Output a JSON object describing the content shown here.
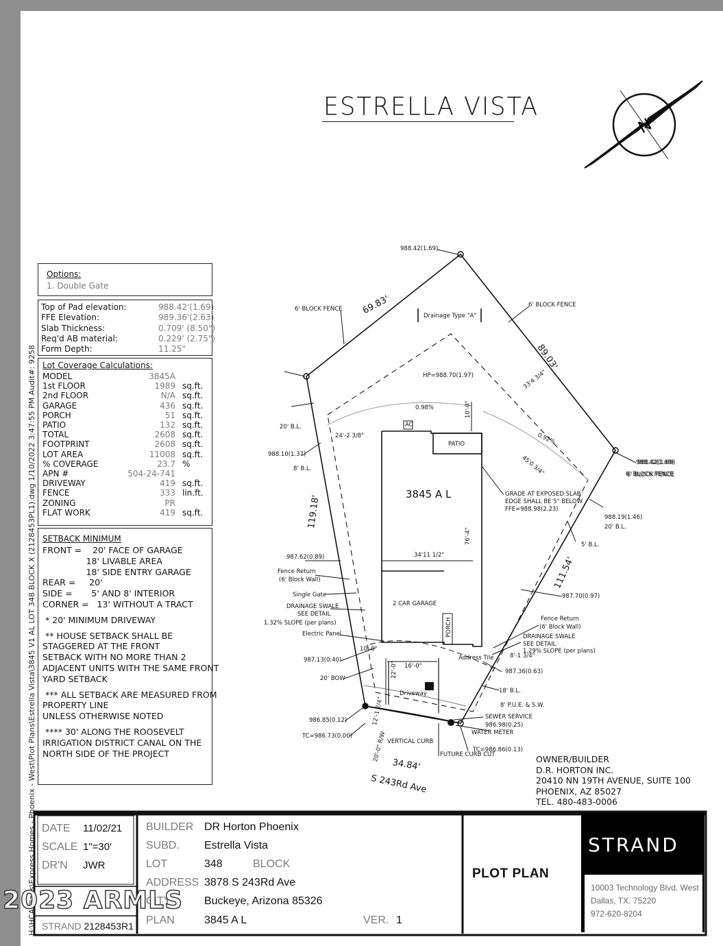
{
  "title": "ESTRELLA VISTA",
  "sidebar": {
    "path": "H:\\HCA Plans\\Express Homes - Phoenix - West\\Plot Plans\\Estrella Vista\\3845 V1 AL LOT 348 BLOCK X (2128453PL1).dwg 1/10/2022 3:47:55 PM Audit#: 9258"
  },
  "options": {
    "heading": "Options:",
    "items": [
      "1. Double Gate"
    ]
  },
  "pad": [
    {
      "label": "Top of Pad elevation:",
      "value": "988.42'(1.69)"
    },
    {
      "label": "FFE Elevation:",
      "value": "989.36'(2.63)"
    },
    {
      "label": "Slab Thickness:",
      "value": "0.709' (8.50\")"
    },
    {
      "label": "Req'd AB material:",
      "value": "0.229' (2.75\")"
    },
    {
      "label": "Form Depth:",
      "value": "11.25\""
    }
  ],
  "lot_coverage": {
    "heading": "Lot Coverage Calculations:",
    "rows": [
      {
        "label": "MODEL",
        "value": "3845A",
        "unit": ""
      },
      {
        "label": "1st FLOOR",
        "value": "1989",
        "unit": "sq.ft."
      },
      {
        "label": "2nd FLOOR",
        "value": "N/A",
        "unit": "sq.ft."
      },
      {
        "label": "GARAGE",
        "value": "436",
        "unit": "sq.ft."
      },
      {
        "label": "PORCH",
        "value": "51",
        "unit": "sq.ft."
      },
      {
        "label": "PATIO",
        "value": "132",
        "unit": "sq.ft."
      },
      {
        "label": "TOTAL",
        "value": "2608",
        "unit": "sq.ft."
      },
      {
        "label": "FOOTPRINT",
        "value": "2608",
        "unit": "sq.ft."
      },
      {
        "label": "LOT AREA",
        "value": "11008",
        "unit": "sq.ft."
      },
      {
        "label": "% COVERAGE",
        "value": "23.7",
        "unit": "%"
      },
      {
        "label": "APN #",
        "value": "504-24-741",
        "unit": ""
      },
      {
        "label": "DRIVEWAY",
        "value": "419",
        "unit": "sq.ft."
      },
      {
        "label": "FENCE",
        "value": "333",
        "unit": "lin.ft."
      },
      {
        "label": "ZONING",
        "value": "PR",
        "unit": ""
      },
      {
        "label": "FLAT WORK",
        "value": "419",
        "unit": "sq.ft."
      }
    ]
  },
  "setback": {
    "heading": "SETBACK MINIMUM",
    "lines": [
      "FRONT =    20' FACE OF GARAGE",
      "                18' LIVABLE AREA",
      "                18' SIDE ENTRY GARAGE",
      "REAR =     20'",
      "SIDE =       5' AND 8' INTERIOR",
      "CORNER =   13' WITHOUT A TRACT",
      "",
      " * 20' MINIMUM DRIVEWAY",
      "",
      " ** HOUSE SETBACK SHALL BE",
      "STAGGERED AT THE FRONT",
      "SETBACK WITH NO MORE THAN 2",
      "ADJACENT UNITS WITH THE SAME FRONT",
      "YARD SETBACK",
      "",
      " *** ALL SETBACK ARE MEASURED FROM",
      "PROPERTY LINE",
      "UNLESS OTHERWISE NOTED",
      "",
      " **** 30' ALONG THE ROOSEVELT",
      "IRRIGATION DISTRICT CANAL ON THE",
      "NORTH SIDE OF THE PROJECT"
    ]
  },
  "plan_labels": [
    {
      "t": "988.42(1.69)"
    },
    {
      "t": "6' BLOCK FENCE"
    },
    {
      "t": "6' BLOCK FENCE"
    },
    {
      "t": "69.83'"
    },
    {
      "t": "89.03'"
    },
    {
      "t": "Drainage Type \"A\""
    },
    {
      "t": "HP=988.70(1.97)"
    },
    {
      "t": "988.42(1.69)"
    },
    {
      "t": "6' BLOCK FENCE"
    },
    {
      "t": "20' B.L."
    },
    {
      "t": "988.10(1.37)"
    },
    {
      "t": "8' B.L."
    },
    {
      "t": "119.18'"
    },
    {
      "t": "987.62(0.89)"
    },
    {
      "t": "Fence Return"
    },
    {
      "t": "(6' Block Wall)"
    },
    {
      "t": "Single Gate"
    },
    {
      "t": "DRAINAGE SWALE"
    },
    {
      "t": "SEE DETAIL"
    },
    {
      "t": "1.32% SLOPE (per plans)"
    },
    {
      "t": "Electric Panel"
    },
    {
      "t": "987.13(0.40)"
    },
    {
      "t": "20' BOW"
    },
    {
      "t": "986.85(0.12)"
    },
    {
      "t": "TC=986.73(0.00)"
    },
    {
      "t": "0.98%"
    },
    {
      "t": "0.92%"
    },
    {
      "t": "33'4 3/4\""
    },
    {
      "t": "45'0 3/4\""
    },
    {
      "t": "988.42(1.69)"
    },
    {
      "t": "6' BLOCK FENCE"
    },
    {
      "t": "988.19(1.46)"
    },
    {
      "t": "20' B.L."
    },
    {
      "t": "5' B.L."
    },
    {
      "t": "111.54'"
    },
    {
      "t": "987.70(0.97)"
    },
    {
      "t": "GRADE AT EXPOSED SLAB"
    },
    {
      "t": "EDGE SHALL BE 5\" BELOW"
    },
    {
      "t": "FFE=988.98(2.23)"
    },
    {
      "t": "3845 A L"
    },
    {
      "t": "PATIO"
    },
    {
      "t": "AC"
    },
    {
      "t": "10'-0\""
    },
    {
      "t": "34'11 1/2\""
    },
    {
      "t": "76'-4\""
    },
    {
      "t": "2 CAR GARAGE"
    },
    {
      "t": "PORCH"
    },
    {
      "t": "Fence Return"
    },
    {
      "t": "(6' Block Wall)"
    },
    {
      "t": "DRAINAGE SWALE"
    },
    {
      "t": "SEE DETAIL"
    },
    {
      "t": "1.29% SLOPE (per plans)"
    },
    {
      "t": "8'-1 3/4\""
    },
    {
      "t": "Address Tile"
    },
    {
      "t": "987.36(0.63)"
    },
    {
      "t": "18' B.L."
    },
    {
      "t": "8' P.U.E. & S.W."
    },
    {
      "t": "SEWER SERVICE"
    },
    {
      "t": "986.98(0.25)"
    },
    {
      "t": "WATER METER"
    },
    {
      "t": "TC=986.86(0.13)"
    },
    {
      "t": "FUTURE CURB CUT"
    },
    {
      "t": "VERTICAL CURB"
    },
    {
      "t": "16'-0\""
    },
    {
      "t": "22'-0\""
    },
    {
      "t": "Driveway"
    },
    {
      "t": "10'-0\""
    },
    {
      "t": "24'-2 3/8\""
    },
    {
      "t": "34.84'"
    },
    {
      "t": "S 243Rd Ave"
    },
    {
      "t": "20'-0\" R/W"
    },
    {
      "t": "12'-1 2/4\""
    }
  ],
  "owner": {
    "lines": [
      "OWNER/BUILDER",
      "D.R. HORTON INC.",
      "20410  NN 19TH AVENUE, SUITE 100",
      "PHOENIX, AZ 85027",
      "TEL. 480-483-0006"
    ]
  },
  "title_block": {
    "date_label": "DATE",
    "date": "11/02/21",
    "scale_label": "SCALE",
    "scale": "1\"=30'",
    "drawn_label": "DR'N",
    "drawn_by": "JWR",
    "strand_label": "STRAND",
    "strand_no": "2128453R1",
    "builder_label": "BUILDER",
    "builder": "DR Horton Phoenix",
    "subd_label": "SUBD.",
    "subdivision": "Estrella Vista",
    "lot_label": "LOT",
    "lot": "348",
    "block_label": "BLOCK",
    "address_label": "ADDRESS",
    "address": "3878 S 243Rd Ave",
    "city_label": "CITY",
    "city": "Buckeye, Arizona 85326",
    "plan_label": "PLAN",
    "plan": "3845 A L",
    "ver_label": "VER.",
    "ver": "1",
    "heading": "PLOT PLAN"
  },
  "company": {
    "name": "STRAND",
    "lines": [
      "10003 Technology Blvd. West",
      "Dallas, TX. 75220",
      "972-620-8204"
    ]
  },
  "watermark": "2023 ARMLS"
}
